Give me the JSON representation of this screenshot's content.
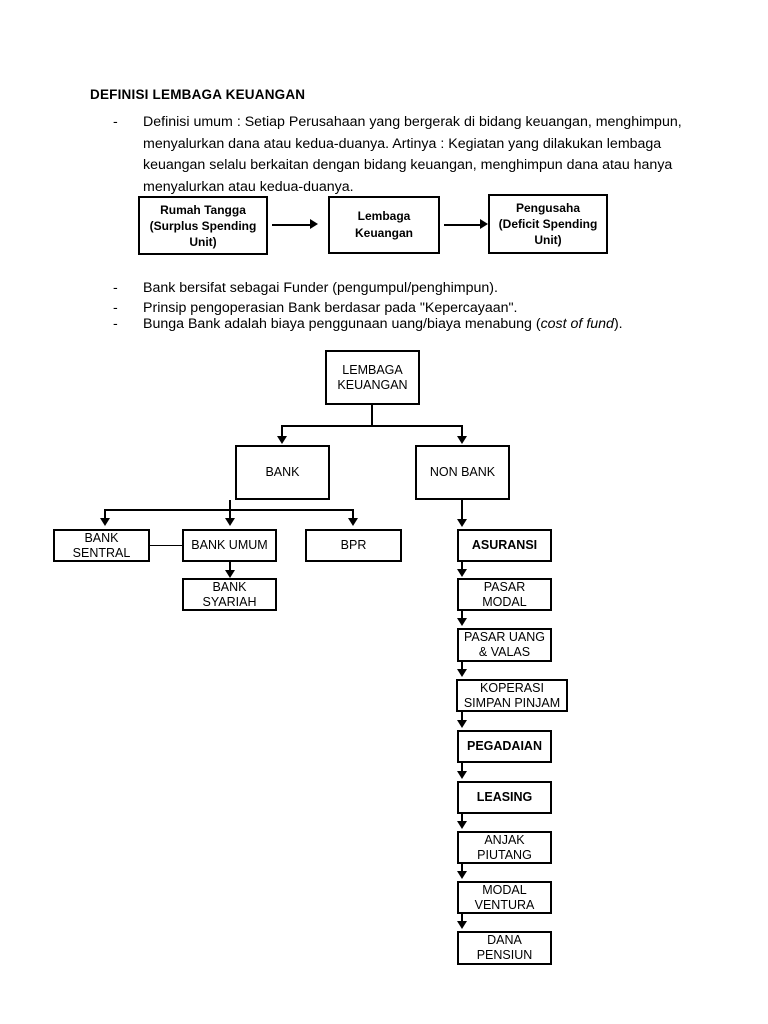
{
  "document": {
    "title": "DEFINISI LEMBAGA KEUANGAN",
    "paragraph_bullet": {
      "dash": "-",
      "text": "Definisi umum : Setiap Perusahaan yang bergerak di bidang keuangan, menghimpun, menyalurkan dana atau kedua-duanya. Artinya : Kegiatan yang dilakukan lembaga keuangan selalu berkaitan dengan bidang keuangan, menghimpun dana atau hanya menyalurkan atau kedua-duanya."
    },
    "bullets": [
      {
        "dash": "-",
        "text": "Bank bersifat sebagai Funder (pengumpul/penghimpun)."
      },
      {
        "dash": "-",
        "text": "Prinsip pengoperasian Bank berdasar pada \"Kepercayaan\"."
      },
      {
        "dash": "-",
        "text_before": "Bunga Bank adalah biaya penggunaan uang/biaya menabung (",
        "text_italic": "cost of fund",
        "text_after": ")."
      }
    ]
  },
  "flow_diagram": {
    "boxes": [
      {
        "line1": "Rumah Tangga",
        "line2": "(Surplus Spending",
        "line3": "Unit)"
      },
      {
        "line1": "Lembaga",
        "line2": "Keuangan",
        "line3": ""
      },
      {
        "line1": "Pengusaha",
        "line2": "(Deficit Spending",
        "line3": "Unit)"
      }
    ],
    "arrows": [
      "arrow-right",
      "arrow-right"
    ]
  },
  "tree_diagram": {
    "root": {
      "line1": "LEMBAGA",
      "line2": "KEUANGAN"
    },
    "children": [
      {
        "label": "BANK"
      },
      {
        "label": "NON BANK"
      }
    ],
    "bank_children": [
      {
        "line1": "BANK",
        "line2": "SENTRAL"
      },
      {
        "line1": "BANK UMUM",
        "line2": ""
      },
      {
        "line1": "BPR",
        "line2": ""
      }
    ],
    "bank_umum_child": {
      "line1": "BANK",
      "line2": "SYARIAH"
    },
    "non_bank_chain": [
      {
        "line1": "ASURANSI",
        "line2": "",
        "bold": true
      },
      {
        "line1": "PASAR",
        "line2": "MODAL",
        "bold": false
      },
      {
        "line1": "PASAR UANG",
        "line2": "& VALAS",
        "bold": false
      },
      {
        "line1": "KOPERASI",
        "line2": "SIMPAN PINJAM",
        "bold": false
      },
      {
        "line1": "PEGADAIAN",
        "line2": "",
        "bold": true
      },
      {
        "line1": "LEASING",
        "line2": "",
        "bold": true
      },
      {
        "line1": "ANJAK",
        "line2": "PIUTANG",
        "bold": false
      },
      {
        "line1": "MODAL",
        "line2": "VENTURA",
        "bold": false
      },
      {
        "line1": "DANA",
        "line2": "PENSIUN",
        "bold": false
      }
    ]
  },
  "colors": {
    "ink": "#000000",
    "paper": "#ffffff"
  }
}
